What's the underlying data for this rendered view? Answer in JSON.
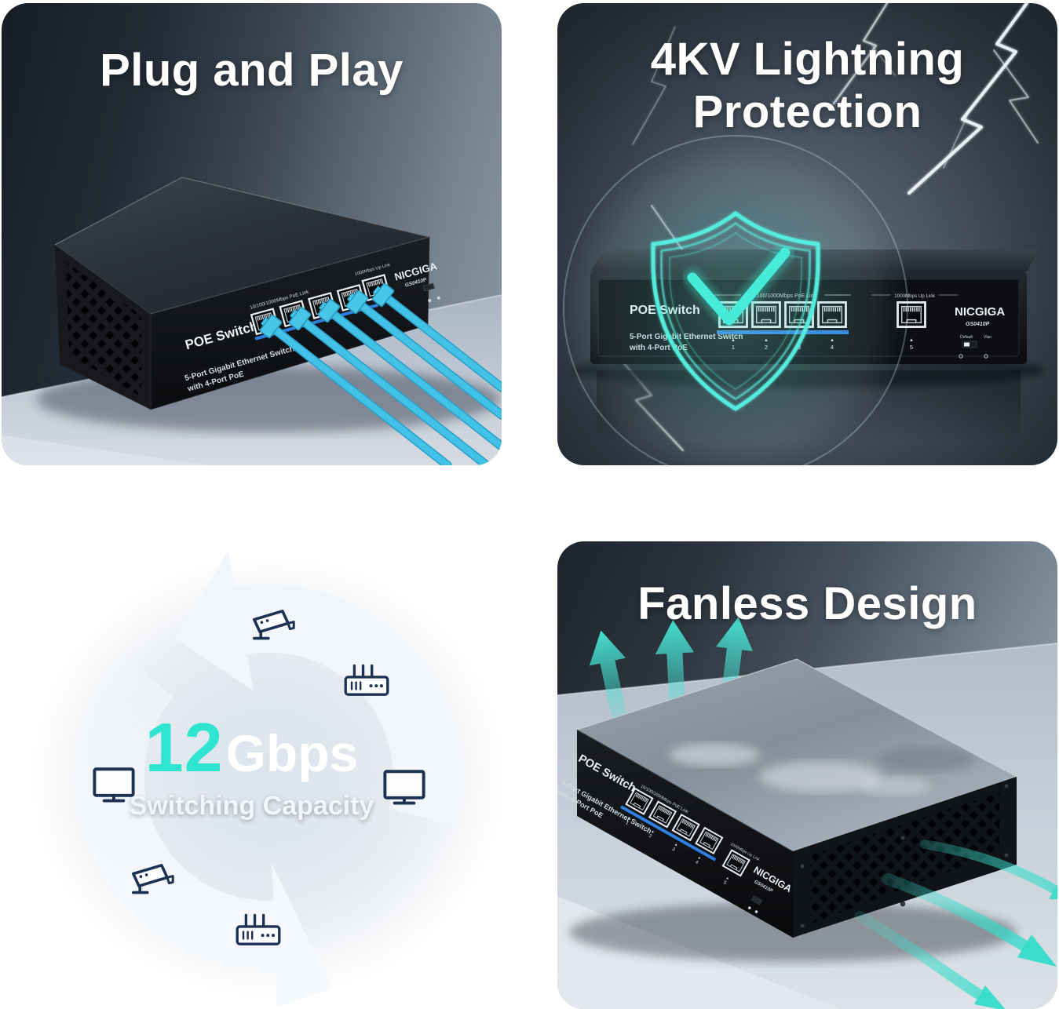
{
  "quadrants": {
    "plug_and_play": {
      "title": "Plug and Play"
    },
    "lightning_protection": {
      "title_line1": "4KV Lightning",
      "title_line2": "Protection"
    },
    "switching_capacity": {
      "value": "12",
      "unit": "Gbps",
      "label": "Switching Capacity"
    },
    "fanless_design": {
      "title": "Fanless Design"
    }
  },
  "device": {
    "brand": "NICGIGA",
    "model": "GS0410P",
    "front_label": "POE Switch",
    "description_line1": "5-Port Gigabit Ethernet Switch",
    "description_line2": "with 4-Port PoE",
    "poe_ports_label": "10/100/1000Mbps PoE Link",
    "uplink_port_label": "1000Mbps Up Link",
    "port_numbers": [
      "1",
      "2",
      "3",
      "4",
      "5"
    ],
    "port_arrow": "▲",
    "dip_switch_labels": [
      "Default",
      "Vlan"
    ]
  },
  "icons": {
    "capacity_cycle": [
      "cctv-camera",
      "wifi-router",
      "desktop-monitor",
      "desktop-monitor",
      "cctv-camera",
      "wifi-router"
    ]
  },
  "colors": {
    "title_text": "#FFFFFF",
    "accent_cyan": "#2FE5D0",
    "cable_blue": "#3FBFE4",
    "port_stripe_blue": "#2E7FE0",
    "icon_navy": "#1D3252",
    "shield_teal": "#4AE8D8",
    "airflow_teal": "#3EDCC9",
    "arrow_white": "#F3F7FA"
  }
}
